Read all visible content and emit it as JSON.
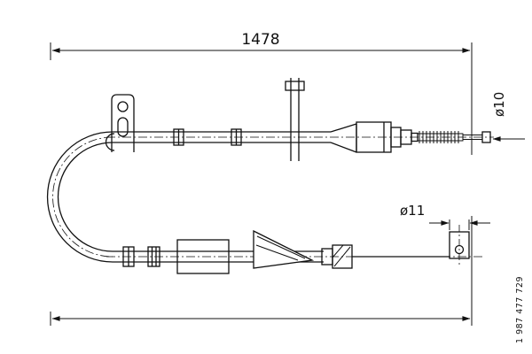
{
  "page": {
    "background": "#ffffff",
    "ink": "#111111",
    "description": "Technical line drawing of a parking brake cable with dimensions"
  },
  "labels": {
    "total_length": "1478",
    "upper_end_diameter": "ø10",
    "lower_end_diameter": "ø11",
    "part_number": "1 987 477 729"
  }
}
